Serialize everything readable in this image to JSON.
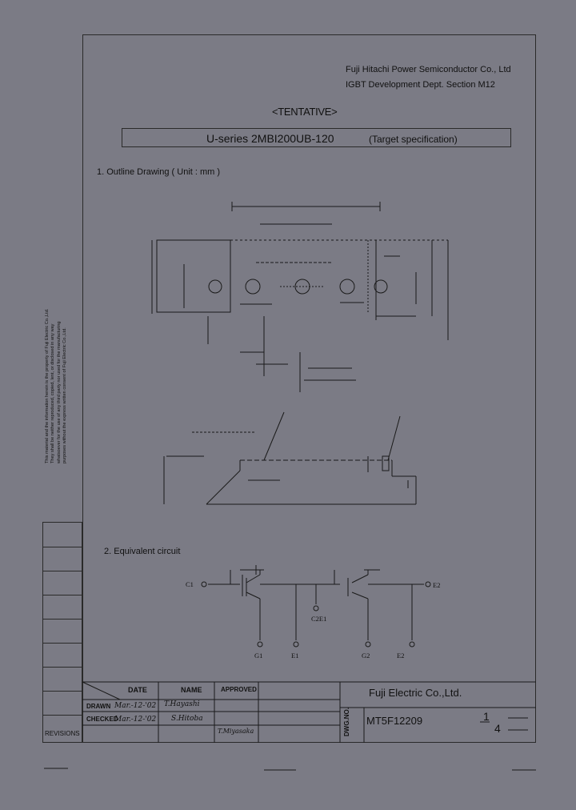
{
  "header": {
    "company_line1": "Fuji Hitachi Power Semiconductor Co., Ltd",
    "company_line2": "IGBT Development Dept. Section M12",
    "tentative": "<TENTATIVE>",
    "title": "U-series 2MBI200UB-120",
    "title_note": "(Target specification)"
  },
  "sections": {
    "outline": "1. Outline Drawing ( Unit : mm )",
    "circuit": "2. Equivalent circuit"
  },
  "side_note": "This material and the information herein is the property of Fuji Electric Co.,Ltd. They shall be neither reproduced, copied, lent, or disclosed in any way whatsoever for the use of any third party nor used for the manufacturing purposes without the express written consent of Fuji Electric Co.,Ltd.",
  "circuit_labels": {
    "c1": "C1",
    "c2e1": "C2E1",
    "e2": "E2",
    "g1": "G1",
    "e1": "E1",
    "g2": "G2",
    "e2b": "E2"
  },
  "title_block": {
    "date_header": "DATE",
    "name_header": "NAME",
    "approved_header": "APPROVED",
    "drawn_label": "DRAWN",
    "drawn_date": "Mar.-12-'02",
    "drawn_name": "T.Hayashi",
    "checked_label": "CHECKED",
    "checked_date": "Mar.-12-'02",
    "checked_name": "S.Hitoba",
    "approved_name": "T.Miyasaka",
    "revisions": "REVISIONS",
    "company": "Fuji Electric Co.,Ltd.",
    "dwg_no_label": "DWG.NO.",
    "drawing_number": "MT5F12209",
    "sheet_num": "1",
    "sheet_den": "4"
  }
}
